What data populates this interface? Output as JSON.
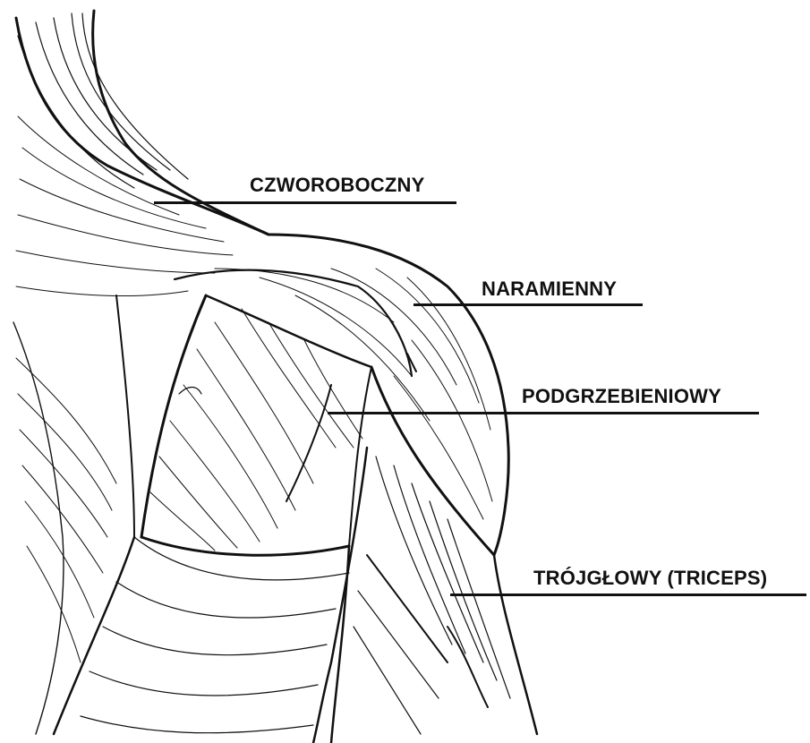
{
  "labels": [
    {
      "id": "trapezius",
      "text": "CZWOROBOCZNY"
    },
    {
      "id": "deltoid",
      "text": "NARAMIENNY"
    },
    {
      "id": "infraspinatus",
      "text": "PODGRZEBIENIOWY"
    },
    {
      "id": "triceps",
      "text": "TRÓJGŁOWY (TRICEPS)"
    }
  ],
  "colors": {
    "ink": "#111111",
    "background": "#ffffff"
  }
}
